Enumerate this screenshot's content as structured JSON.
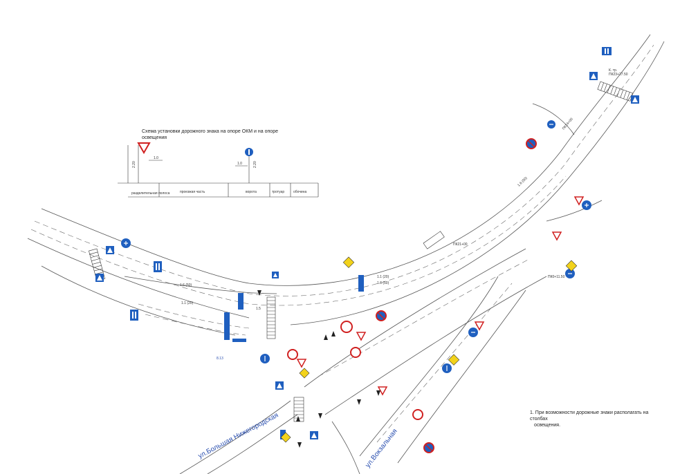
{
  "scheme": {
    "title": "Схема установки дорожного знака на опоре ОКМ и на опоре освещения",
    "dim_h": "2.20",
    "dim_w": "1.0",
    "cells": [
      "разделительная полоса",
      "проезжая часть",
      "ворота",
      "тротуар",
      "обочина"
    ]
  },
  "note": {
    "line1": "1. При возможности дорожные знаки располагать на столбах",
    "line2": "освещения."
  },
  "streets": {
    "nizhegorodskaya": "ул.Большая Нижегородская",
    "vokzalnaya": "ул.Вокзальная"
  },
  "pickets": {
    "pk1": "ПК23+27.50",
    "pk2": "ПК24+00",
    "pk3": "ПК21+00",
    "pk4": "ПК0+11.50",
    "km_label": "К. тр."
  },
  "labels": {
    "small_code": "8.13",
    "marking_1": "1.1 (20)",
    "marking_2": "1.6 (50)",
    "marking_3": "1.5"
  },
  "colors": {
    "road_line": "#555555",
    "sign_blue": "#1f5fbf",
    "sign_red": "#d02020",
    "sign_yellow": "#f2d21b",
    "street_text": "#2a4fb0"
  },
  "icons": [
    "pedestrian-crossing-sign-icon",
    "give-way-sign-icon",
    "priority-road-sign-icon",
    "no-stopping-sign-icon",
    "no-u-turn-sign-icon",
    "direction-arrow-sign-icon",
    "lane-direction-sign-icon"
  ]
}
